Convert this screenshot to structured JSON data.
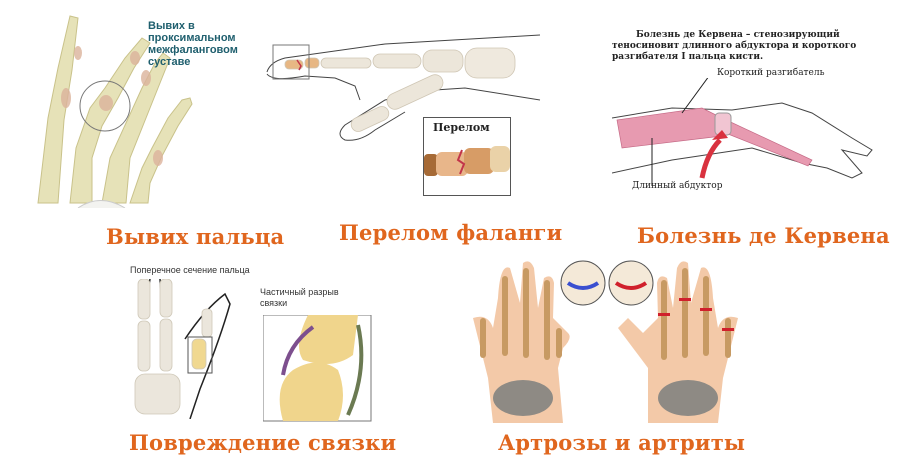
{
  "colors": {
    "caption": "#e0661e",
    "bone": "#e6e2b8",
    "bone_shadow": "#c9c28a",
    "note_teal": "#1f5f6e",
    "fracture_red": "#c2354a",
    "tendon_pink": "#e79ab0",
    "arrow_red": "#d9323f",
    "ligament_purple": "#7d4f8e",
    "cartilage_blue": "#3a4fd0",
    "cartilage_red": "#d0202c",
    "skin": "#f3c9a8",
    "hand_bone": "#c79a63",
    "carpal_gray": "#8e8a84"
  },
  "panels": [
    {
      "id": "dislocation",
      "caption": "Вывих пальца",
      "annotation": [
        "Вывих в",
        "проксимальном",
        "межфаланговом",
        "суставе"
      ]
    },
    {
      "id": "fracture",
      "caption": "Перелом фаланги",
      "inset_label": "Перелом"
    },
    {
      "id": "de-quervain",
      "caption": "Болезнь де Кервена",
      "description": [
        "Болезнь де Кервена – стенозирующий",
        "теносиновит длинного абдуктора и короткого",
        "разгибателя I пальца кисти."
      ],
      "label_short_extensor": "Короткий разгибатель",
      "label_long_abductor": "Длинный абдуктор"
    },
    {
      "id": "ligament",
      "caption": "Повреждение связки",
      "label_section": "Поперечное сечение пальца",
      "label_tear": [
        "Частичный разрыв",
        "связки"
      ]
    },
    {
      "id": "arthritis",
      "caption": "Артрозы и артриты"
    }
  ]
}
